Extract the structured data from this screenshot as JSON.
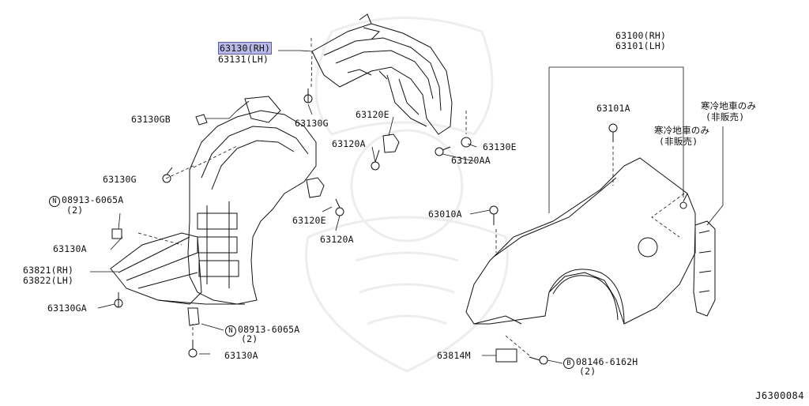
{
  "diagram": {
    "reference_code": "J6300084",
    "highlight_color": "#b9b9e8",
    "parts": {
      "p63130": {
        "rh": "63130(RH)",
        "lh": "63131(LH)"
      },
      "p63130G_top": "63130G",
      "p63130GB": "63130GB",
      "p63130G_left": "63130G",
      "n08913_top": {
        "code": "08913-6065A",
        "qty": "(2)",
        "prefix": "N"
      },
      "p63130A_left": "63130A",
      "p63821": {
        "rh": "63821(RH)",
        "lh": "63822(LH)"
      },
      "p63130GA": "63130GA",
      "n08913_bottom": {
        "code": "08913-6065A",
        "qty": "(2)",
        "prefix": "N"
      },
      "p63130A_bottom": "63130A",
      "p63120E_top": "63120E",
      "p63120A_top": "63120A",
      "p63130E": "63130E",
      "p63120AA": "63120AA",
      "p63120E_mid": "63120E",
      "p63120A_mid": "63120A",
      "p63100": {
        "rh": "63100(RH)",
        "lh": "63101(LH)"
      },
      "p63101A": "63101A",
      "cold_region_1": {
        "line1": "寒冷地車のみ",
        "line2": "(非販売)"
      },
      "cold_region_2": {
        "line1": "寒冷地車のみ",
        "line2": "(非販売)"
      },
      "p63010A": "63010A",
      "p63814M": "63814M",
      "b08146": {
        "code": "08146-6162H",
        "qty": "(2)",
        "prefix": "B"
      }
    }
  }
}
